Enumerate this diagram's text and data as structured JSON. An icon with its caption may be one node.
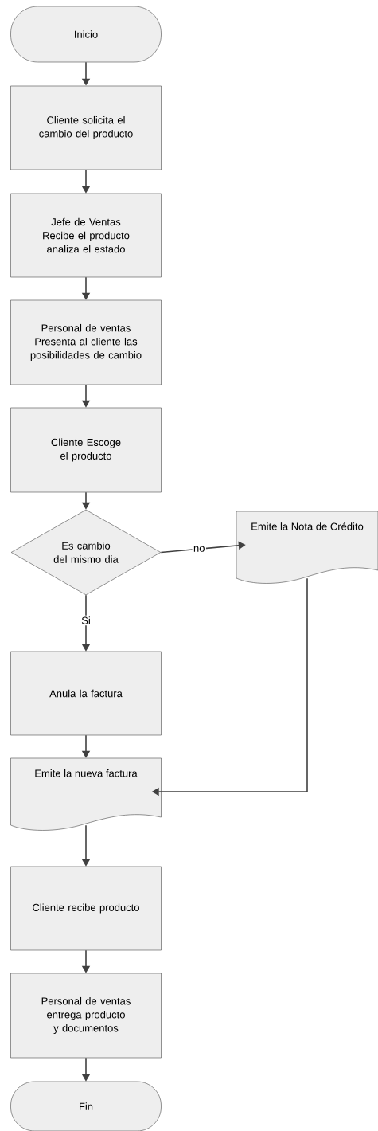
{
  "diagram": {
    "nodes": [
      {
        "text": [
          "Inicio"
        ]
      },
      {
        "text": [
          "Cliente solicita el cambio del producto"
        ]
      },
      {
        "text": [
          "Jefe de Ventas Recibe el producto analiza el estado"
        ]
      },
      {
        "text": [
          "Personal de ventas Presenta al cliente las posibilidades de cambio"
        ]
      },
      {
        "text": [
          "Cliente Escoge el producto"
        ]
      },
      {
        "text": [
          "Es cambio del mismo dia"
        ]
      },
      {
        "text": [
          "Emite la Nota de Crédito"
        ]
      },
      {
        "text": [
          "Anula la factura"
        ]
      },
      {
        "text": [
          "Emite la nueva factura"
        ]
      },
      {
        "text": [
          "Cliente recibe producto"
        ]
      },
      {
        "text": [
          "Personal de ventas entrega producto y documentos"
        ]
      },
      {
        "text": [
          "Fin"
        ]
      }
    ],
    "edges": [
      {
        "from": 0,
        "to": 1,
        "arrow": "to"
      },
      {
        "from": 1,
        "to": 2,
        "arrow": "to"
      },
      {
        "from": 2,
        "to": 3,
        "arrow": "to"
      },
      {
        "from": 3,
        "to": 4,
        "arrow": "to"
      },
      {
        "from": 4,
        "to": 5,
        "arrow": "to"
      },
      {
        "from": 5,
        "to": 6,
        "label": "no",
        "arrow": "to"
      },
      {
        "from": 5,
        "to": 7,
        "label": "Si",
        "arrow": "to"
      },
      {
        "from": 7,
        "to": 8,
        "arrow": "to"
      },
      {
        "from": 6,
        "to": 8,
        "arrow": "to"
      },
      {
        "from": 8,
        "to": 9,
        "arrow": "to"
      },
      {
        "from": 9,
        "to": 10,
        "arrow": "to"
      },
      {
        "from": 10,
        "to": 11,
        "arrow": "to"
      }
    ]
  }
}
